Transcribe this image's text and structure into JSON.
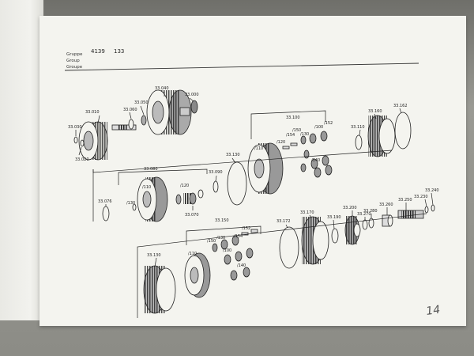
{
  "header": {
    "labels": [
      "Gruppe",
      "Group",
      "Groupe"
    ],
    "number": "4139",
    "subnumber": "133"
  },
  "page_number": "14",
  "callouts": [
    {
      "id": "c33030",
      "text": "33.030"
    },
    {
      "id": "c33010",
      "text": "33.010"
    },
    {
      "id": "c33020",
      "text": "33.020"
    },
    {
      "id": "c33060",
      "text": "33.060"
    },
    {
      "id": "c33050",
      "text": "33.050"
    },
    {
      "id": "c33040",
      "text": "33.040"
    },
    {
      "id": "c33000",
      "text": "33.000"
    },
    {
      "id": "c33080",
      "text": "33.080"
    },
    {
      "id": "c33090",
      "text": "33.090"
    },
    {
      "id": "c33130a",
      "text": "33.130"
    },
    {
      "id": "c33070",
      "text": "33.070"
    },
    {
      "id": "c33076",
      "text": "33.076"
    },
    {
      "id": "c33100",
      "text": "33.100"
    },
    {
      "id": "c33110",
      "text": "33.110"
    },
    {
      "id": "c33160",
      "text": "33.160"
    },
    {
      "id": "c33162",
      "text": "33.162"
    },
    {
      "id": "c33150",
      "text": "33.150"
    },
    {
      "id": "c33130b",
      "text": "33.130"
    },
    {
      "id": "c33172",
      "text": "33.172"
    },
    {
      "id": "c33170",
      "text": "33.170"
    },
    {
      "id": "c33190",
      "text": "33.190"
    },
    {
      "id": "c33200",
      "text": "33.200"
    },
    {
      "id": "c33270",
      "text": "33.270"
    },
    {
      "id": "c33280",
      "text": "33.280"
    },
    {
      "id": "c33260",
      "text": "33.260"
    },
    {
      "id": "c33250",
      "text": "33.250"
    },
    {
      "id": "c33230",
      "text": "33.230"
    },
    {
      "id": "c33240",
      "text": "33.240"
    },
    {
      "id": "r110a",
      "text": "/110"
    },
    {
      "id": "r120a",
      "text": "/120"
    },
    {
      "id": "r130a",
      "text": "/130"
    },
    {
      "id": "r110b",
      "text": "/110"
    },
    {
      "id": "r120b",
      "text": "/120"
    },
    {
      "id": "r150a",
      "text": "/150"
    },
    {
      "id": "r130b",
      "text": "/130"
    },
    {
      "id": "r100a",
      "text": "/100"
    },
    {
      "id": "r152a",
      "text": "/152"
    },
    {
      "id": "r140a",
      "text": "/140"
    },
    {
      "id": "r154a",
      "text": "/154"
    },
    {
      "id": "r110c",
      "text": "/110"
    },
    {
      "id": "r130c",
      "text": "/130"
    },
    {
      "id": "r154b",
      "text": "/154"
    },
    {
      "id": "r150b",
      "text": "/150"
    },
    {
      "id": "r152b",
      "text": "/152"
    },
    {
      "id": "r140b",
      "text": "/140"
    },
    {
      "id": "r100b",
      "text": "/100"
    }
  ]
}
